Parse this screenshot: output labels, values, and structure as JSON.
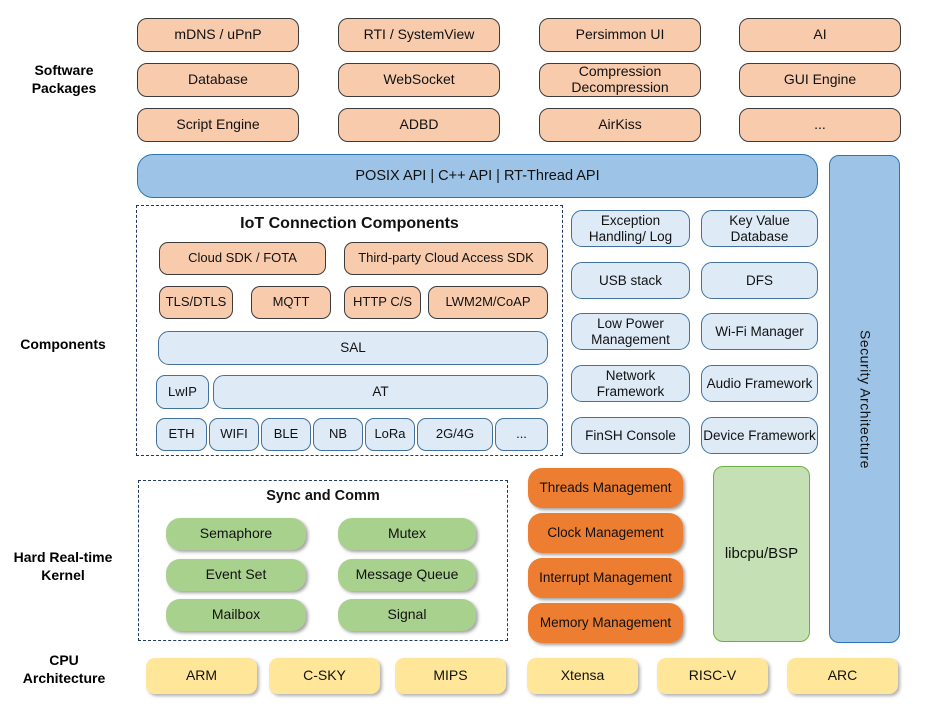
{
  "section_labels": {
    "software_packages": "Software Packages",
    "components": "Components",
    "kernel": "Hard Real-time Kernel",
    "cpu": "CPU Architecture"
  },
  "software_packages": {
    "rows": [
      [
        "mDNS / uPnP",
        "RTI / SystemView",
        "Persimmon UI",
        "AI"
      ],
      [
        "Database",
        "WebSocket",
        "Compression Decompression",
        "GUI Engine"
      ],
      [
        "Script Engine",
        "ADBD",
        "AirKiss",
        "..."
      ]
    ]
  },
  "api_bar": "POSIX API  |  C++ API  |  RT-Thread API",
  "security_bar": "Security Architecture",
  "iot": {
    "title": "IoT Connection Components",
    "cloud": [
      "Cloud SDK / FOTA",
      "Third-party Cloud Access SDK"
    ],
    "protocols": [
      "TLS/DTLS",
      "MQTT",
      "HTTP C/S",
      "LWM2M/CoAP"
    ],
    "sal": "SAL",
    "lwip": "LwIP",
    "at": "AT",
    "links": [
      "ETH",
      "WIFI",
      "BLE",
      "NB",
      "LoRa",
      "2G/4G",
      "..."
    ]
  },
  "components_grid": [
    [
      "Exception Handling/ Log",
      "Key Value Database"
    ],
    [
      "USB stack",
      "DFS"
    ],
    [
      "Low Power Management",
      "Wi-Fi Manager"
    ],
    [
      "Network Framework",
      "Audio Framework"
    ],
    [
      "FinSH Console",
      "Device Framework"
    ]
  ],
  "kernel": {
    "sync_title": "Sync and Comm",
    "sync_items": [
      "Semaphore",
      "Mutex",
      "Event Set",
      "Message Queue",
      "Mailbox",
      "Signal"
    ],
    "mgmt_items": [
      "Threads Management",
      "Clock Management",
      "Interrupt Management",
      "Memory Management"
    ],
    "libcpu": "libcpu/BSP"
  },
  "cpu_architectures": [
    "ARM",
    "C-SKY",
    "MIPS",
    "Xtensa",
    "RISC-V",
    "ARC"
  ],
  "colors": {
    "package_fill": "#F8CBAD",
    "package_border": "#3b3b3b",
    "api_bar_fill": "#9DC3E6",
    "api_bar_border": "#2E75B6",
    "component_fill": "#DEEBF7",
    "component_border": "#41719C",
    "sync_fill": "#A9D18E",
    "mgmt_fill": "#ED7D31",
    "libcpu_fill": "#C5E0B4",
    "libcpu_border": "#70AD47",
    "cpu_fill": "#FFE699",
    "dash_border": "#1F3864"
  }
}
